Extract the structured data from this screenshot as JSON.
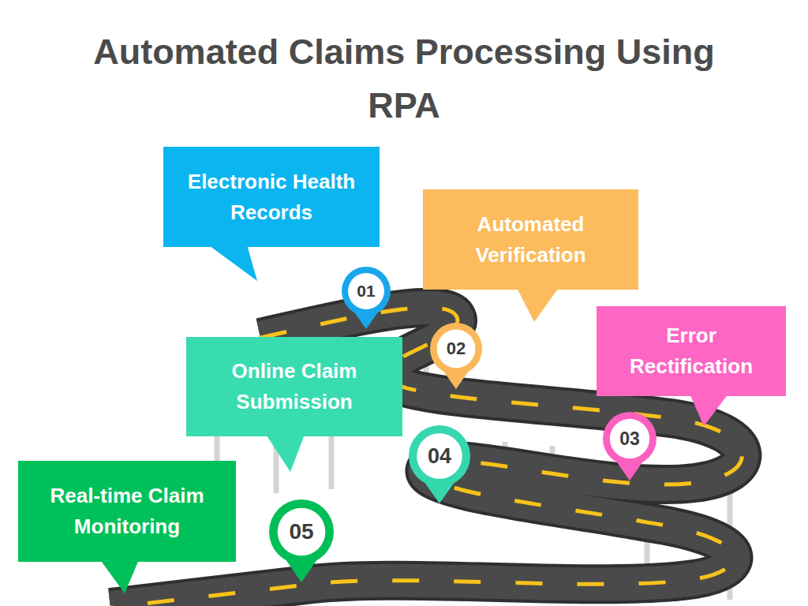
{
  "diagram": {
    "title": "Automated Claims Processing Using RPA",
    "nodes": [
      {
        "text": [
          "Electronic Health Records"
        ]
      },
      {
        "text": [
          "01"
        ]
      },
      {
        "text": [
          "Automated Verification"
        ]
      },
      {
        "text": [
          "02"
        ]
      },
      {
        "text": [
          "Error Rectification"
        ]
      },
      {
        "text": [
          "03"
        ]
      },
      {
        "text": [
          "Online Claim Submission"
        ]
      },
      {
        "text": [
          "04"
        ]
      },
      {
        "text": [
          "Real-time Claim Monitoring"
        ]
      },
      {
        "text": [
          "05"
        ]
      }
    ]
  }
}
